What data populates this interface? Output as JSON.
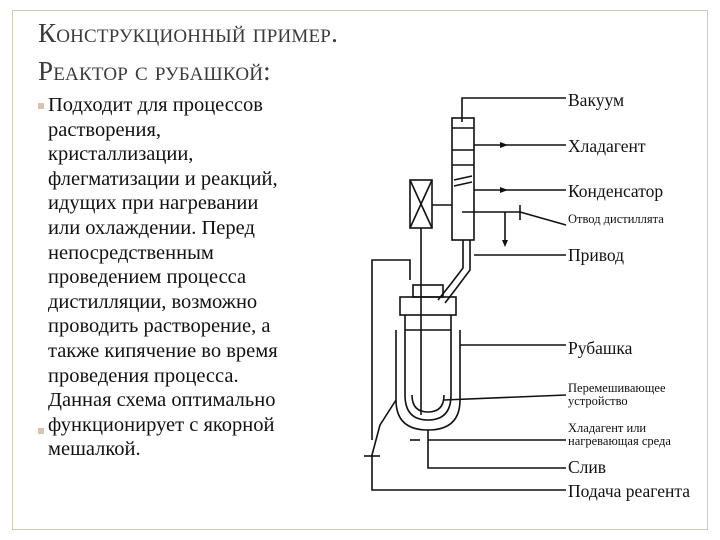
{
  "title": {
    "line1": "Конструкционный пример.",
    "line2": "Реактор с рубашкой:"
  },
  "body": {
    "lines": [
      "Подходит для процессов",
      "растворения,",
      "кристаллизации,",
      "флегматизации и реакций,",
      "идущих при нагревании",
      "или охлаждении. Перед",
      "непосредственным",
      "проведением процесса",
      "дистилляции, возможно",
      "проводить растворение, а",
      "также кипячение во время",
      "проведения процесса.",
      "Данная схема оптимально",
      "функционирует с якорной",
      "мешалкой."
    ]
  },
  "diagram": {
    "labels": {
      "vacuum": "Вакуум",
      "coolant": "Хладагент",
      "condenser": "Конденсатор",
      "distillate_outlet": "Отвод дистиллята",
      "drive": "Привод",
      "jacket": "Рубашка",
      "stirrer": "Перемешивающее устройство",
      "heat_medium": "Хладагент или нагревающая среда",
      "drain": "Слив",
      "reagent_feed": "Подача реагента"
    }
  }
}
